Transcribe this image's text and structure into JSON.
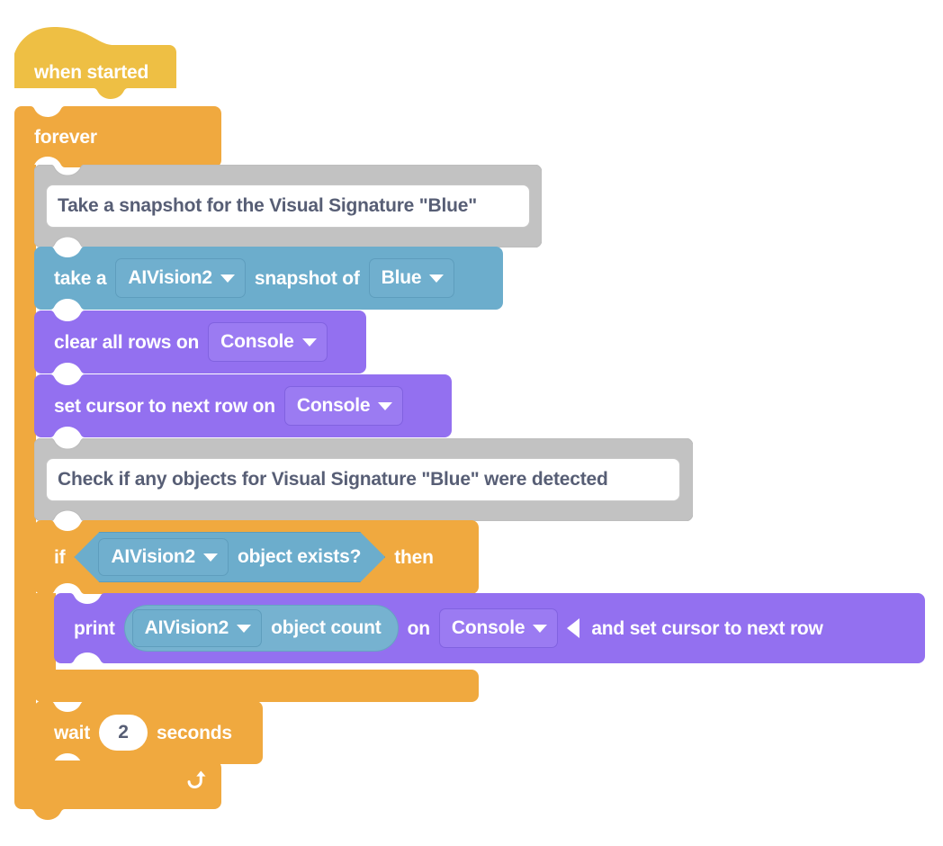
{
  "palette": {
    "hat_yellow": "#EEBF44",
    "control_orange": "#F0A93F",
    "sensing_blue": "#6CADCC",
    "console_purple": "#9370F0",
    "comment_gray": "#C2C2C2",
    "comment_text": "#575E75",
    "block_text": "#FFFFFF"
  },
  "program": {
    "title": "VEX VR / VEXcode block program",
    "hat": {
      "label": "when started"
    },
    "forever": {
      "label": "forever"
    },
    "comment_1": {
      "text": "Take a snapshot for the Visual Signature \"Blue\""
    },
    "snapshot": {
      "label_1": "take a",
      "device": "AIVision2",
      "label_2": "snapshot of",
      "signature": "Blue"
    },
    "clear_rows": {
      "label_1": "clear all rows on",
      "target": "Console"
    },
    "set_cursor": {
      "label_1": "set cursor to next row on",
      "target": "Console"
    },
    "comment_2": {
      "text": "Check if any objects for Visual Signature \"Blue\" were detected"
    },
    "if_block": {
      "label_if": "if",
      "condition_device": "AIVision2",
      "condition_label": "object exists?",
      "label_then": "then"
    },
    "print_block": {
      "label_print": "print",
      "reporter_device": "AIVision2",
      "reporter_label": "object count",
      "label_on": "on",
      "target": "Console",
      "label_tail": "and set cursor to next row"
    },
    "wait_block": {
      "label_1": "wait",
      "value": "2",
      "label_2": "seconds"
    },
    "loop_arrow_icon": "loop-arrow-icon"
  }
}
